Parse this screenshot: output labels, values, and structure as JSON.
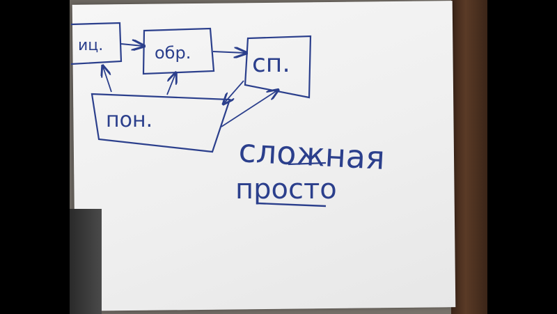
{
  "diagram": {
    "box1_label": "иц.",
    "box2_label": "обр.",
    "box3_label": "сп.",
    "box4_label": "пон.",
    "word1": "сложная",
    "word2": "просто",
    "ink_color": "#2b3f8c"
  }
}
